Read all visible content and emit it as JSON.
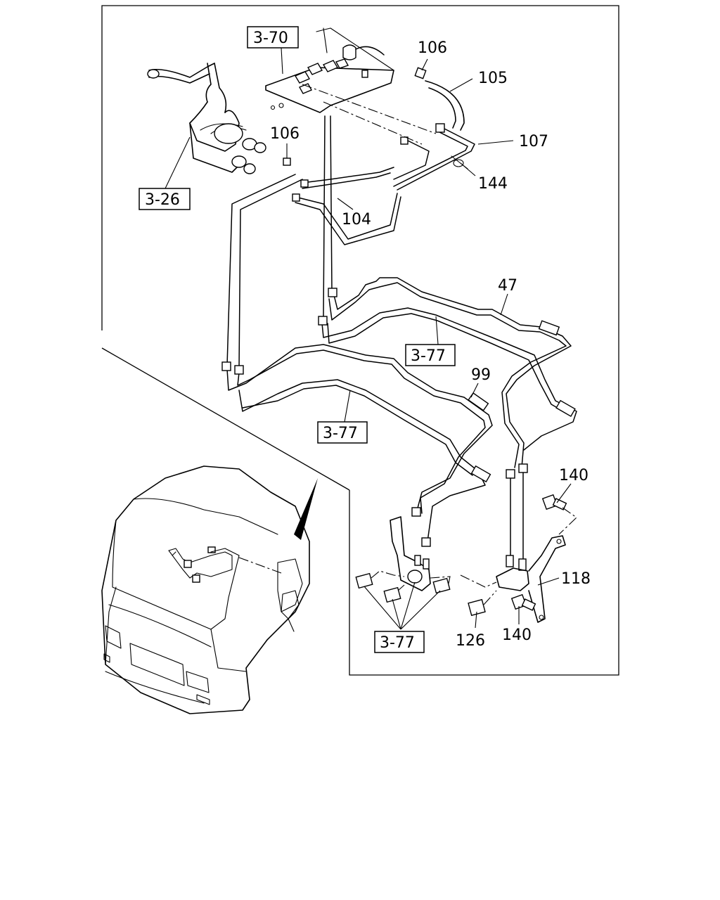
{
  "refs": {
    "r370": "3-70",
    "r326": "3-26",
    "r377a": "3-77",
    "r377b": "3-77",
    "r377c": "3-77"
  },
  "parts": {
    "p106a": "106",
    "p105": "105",
    "p106b": "106",
    "p107": "107",
    "p144": "144",
    "p104": "104",
    "p47": "47",
    "p99": "99",
    "p140a": "140",
    "p118": "118",
    "p126": "126",
    "p140b": "140"
  }
}
